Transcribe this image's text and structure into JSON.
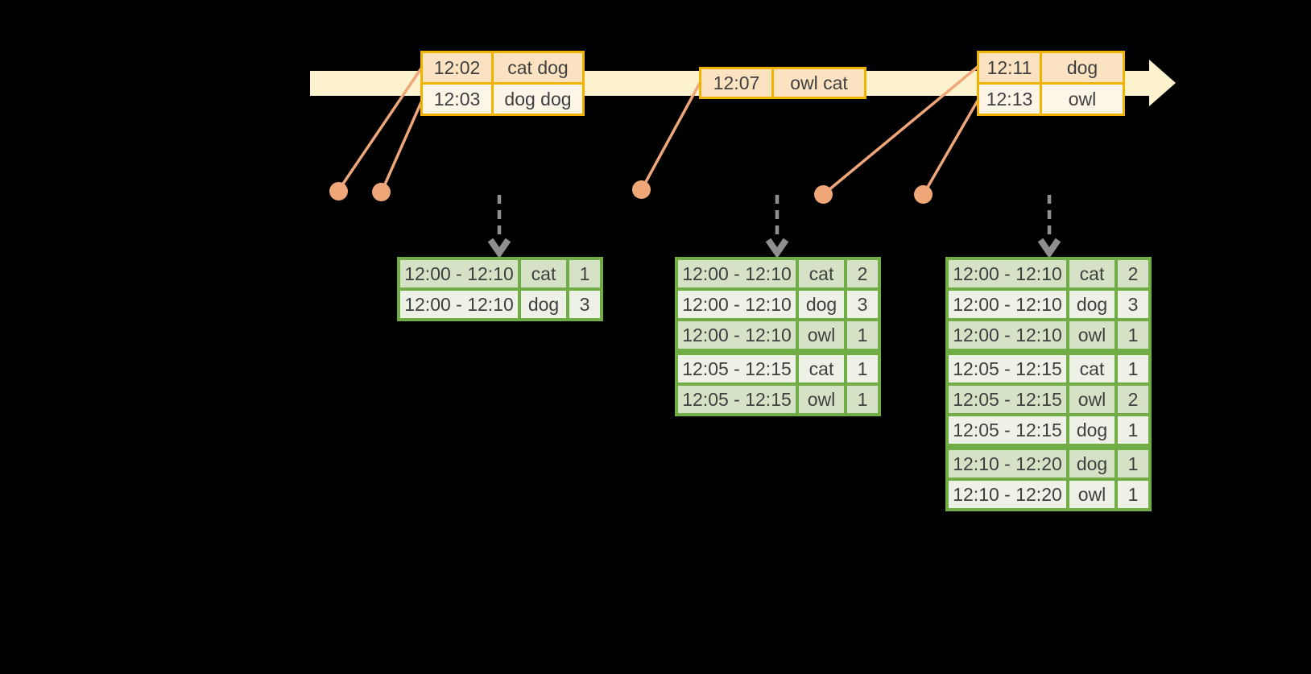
{
  "colors": {
    "background": "#000000",
    "timeline_band": "#fcf2cd",
    "event_table_border": "#f0b400",
    "event_row_peach": "#fbe3c2",
    "event_row_cream": "#fdf5e8",
    "connector_salmon": "#efa77a",
    "result_table_border": "#70ad47",
    "result_row_dark": "#d6e2c6",
    "result_row_light": "#eef2e6",
    "trigger_arrow_gray": "#8f8f8f",
    "text": "#3f3f3f"
  },
  "event_tables": [
    {
      "rows": [
        {
          "time": "12:02",
          "words": "cat dog"
        },
        {
          "time": "12:03",
          "words": "dog dog"
        }
      ]
    },
    {
      "rows": [
        {
          "time": "12:07",
          "words": "owl cat"
        }
      ]
    },
    {
      "rows": [
        {
          "time": "12:11",
          "words": "dog"
        },
        {
          "time": "12:13",
          "words": "owl"
        }
      ]
    }
  ],
  "result_tables": [
    {
      "groups": [
        {
          "rows": [
            {
              "window": "12:00 - 12:10",
              "word": "cat",
              "count": "1"
            },
            {
              "window": "12:00 - 12:10",
              "word": "dog",
              "count": "3"
            }
          ]
        }
      ]
    },
    {
      "groups": [
        {
          "rows": [
            {
              "window": "12:00 - 12:10",
              "word": "cat",
              "count": "2"
            },
            {
              "window": "12:00 - 12:10",
              "word": "dog",
              "count": "3"
            },
            {
              "window": "12:00 - 12:10",
              "word": "owl",
              "count": "1"
            }
          ]
        },
        {
          "rows": [
            {
              "window": "12:05 - 12:15",
              "word": "cat",
              "count": "1"
            },
            {
              "window": "12:05 - 12:15",
              "word": "owl",
              "count": "1"
            }
          ]
        }
      ]
    },
    {
      "groups": [
        {
          "rows": [
            {
              "window": "12:00 - 12:10",
              "word": "cat",
              "count": "2"
            },
            {
              "window": "12:00 - 12:10",
              "word": "dog",
              "count": "3"
            },
            {
              "window": "12:00 - 12:10",
              "word": "owl",
              "count": "1"
            }
          ]
        },
        {
          "rows": [
            {
              "window": "12:05 - 12:15",
              "word": "cat",
              "count": "1"
            },
            {
              "window": "12:05 - 12:15",
              "word": "owl",
              "count": "2"
            },
            {
              "window": "12:05 - 12:15",
              "word": "dog",
              "count": "1"
            }
          ]
        },
        {
          "rows": [
            {
              "window": "12:10 - 12:20",
              "word": "dog",
              "count": "1"
            },
            {
              "window": "12:10 - 12:20",
              "word": "owl",
              "count": "1"
            }
          ]
        }
      ]
    }
  ]
}
